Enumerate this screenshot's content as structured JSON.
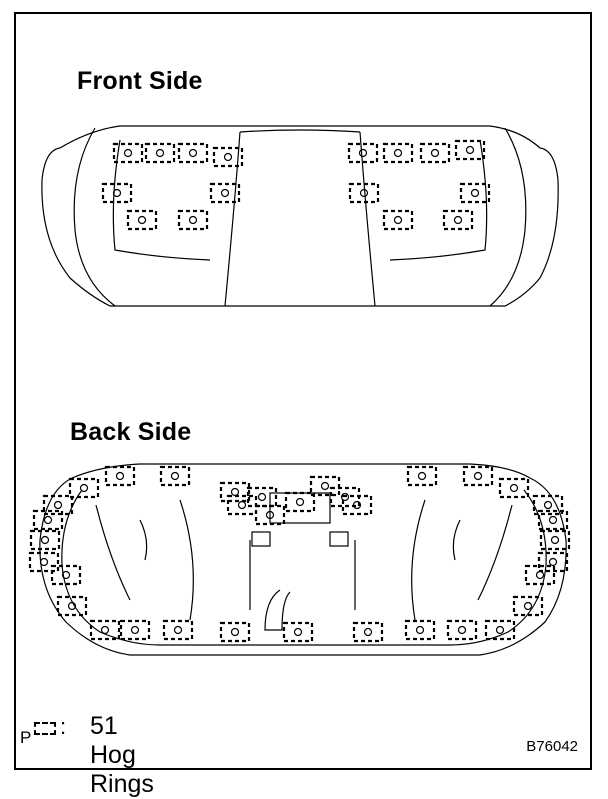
{
  "titles": {
    "front": "Front Side",
    "back": "Back Side"
  },
  "legend": {
    "prefix": "P",
    "colon": ":",
    "text": "51 Hog Rings",
    "symbol": "hog-ring-symbol"
  },
  "figure_code": "B76042"
}
